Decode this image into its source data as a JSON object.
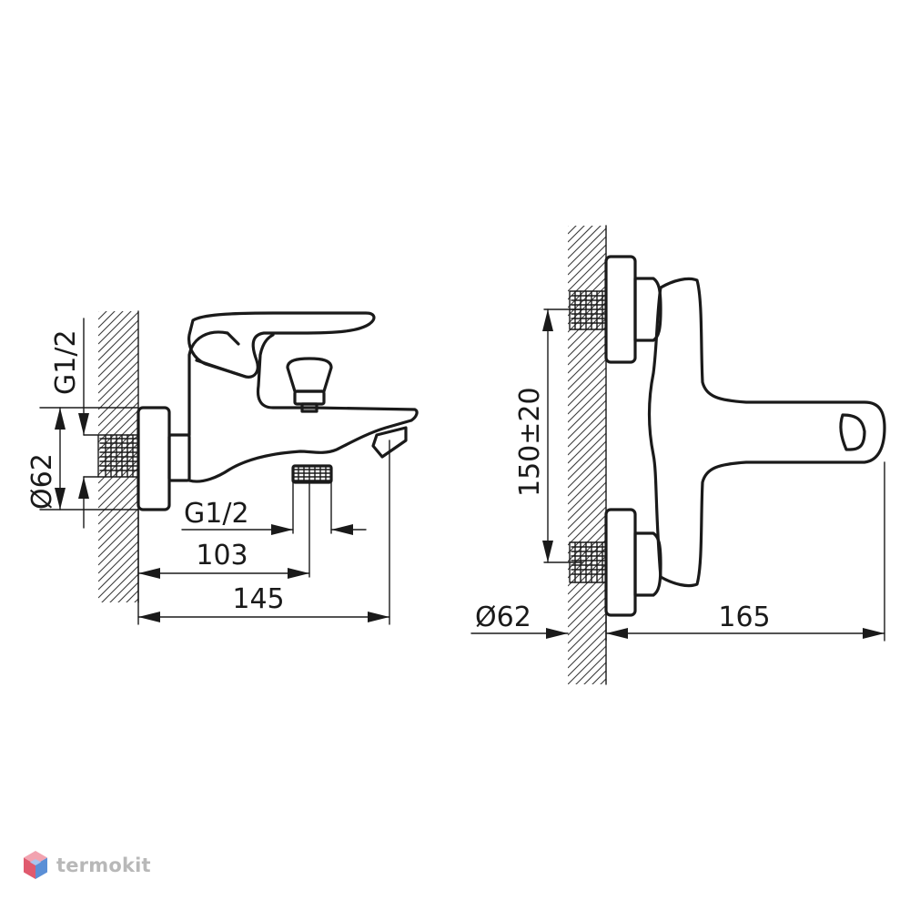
{
  "left_view": {
    "dimensions": {
      "g12_vertical": "G1/2",
      "diameter": "Ø62",
      "g12_horizontal": "G1/2",
      "d103": "103",
      "d145": "145"
    }
  },
  "right_view": {
    "dimensions": {
      "height": "150±20",
      "diameter": "Ø62",
      "d165": "165"
    }
  },
  "watermark": {
    "brand": "termokit",
    "logo_colors": [
      "#e05a6e",
      "#5b8fd6",
      "#f2a3b0",
      "#a9c4ee"
    ]
  }
}
